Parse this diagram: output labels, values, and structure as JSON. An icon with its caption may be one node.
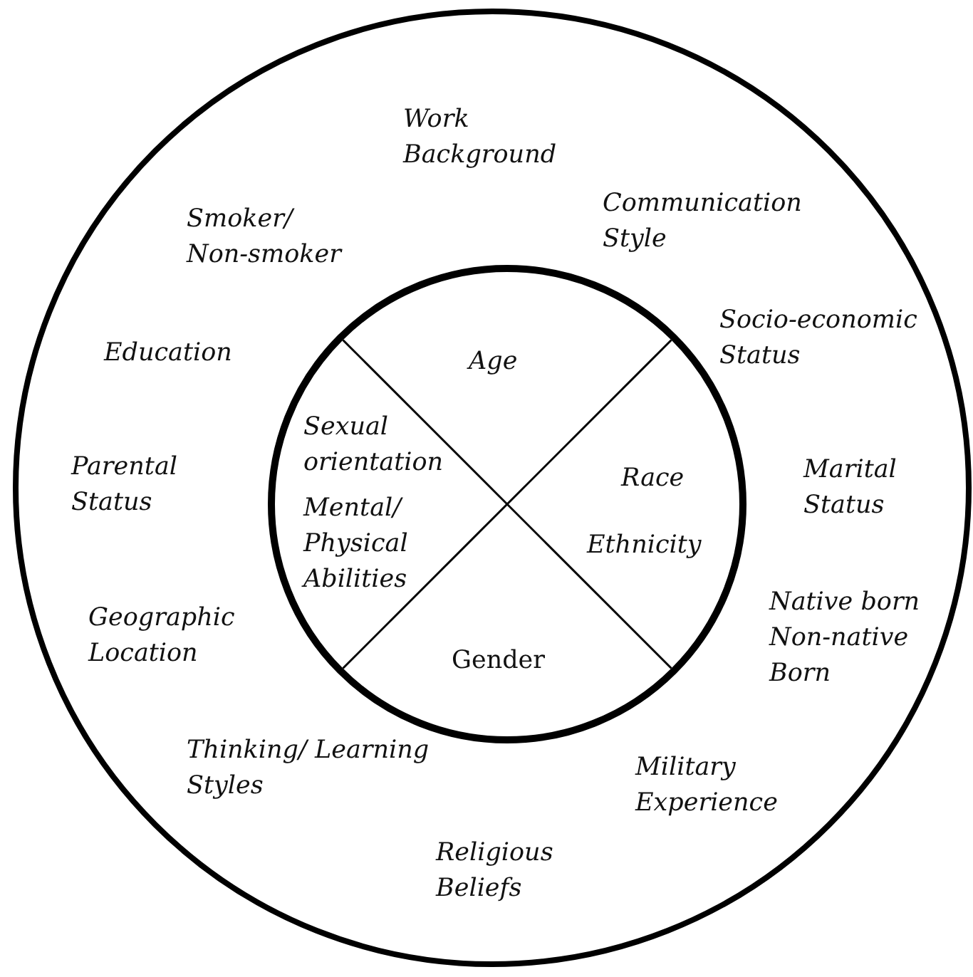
{
  "diagram": {
    "nodes": [
      {
        "text": [
          "Work Background",
          "Communication Style",
          "Smoker/ Non-smoker",
          "Socio-economic Status",
          "Education",
          "Marital Status",
          "Parental Status",
          "Native born Non-native Born",
          "Geographic Location",
          "Thinking/ Learning Styles",
          "Military Experience",
          "Religious Beliefs"
        ]
      },
      {
        "text": [
          "Age",
          "Sexual orientation",
          "Race",
          "Mental/ Physical Abilities",
          "Ethnicity",
          "Gender"
        ],
        "in": 0
      }
    ]
  }
}
